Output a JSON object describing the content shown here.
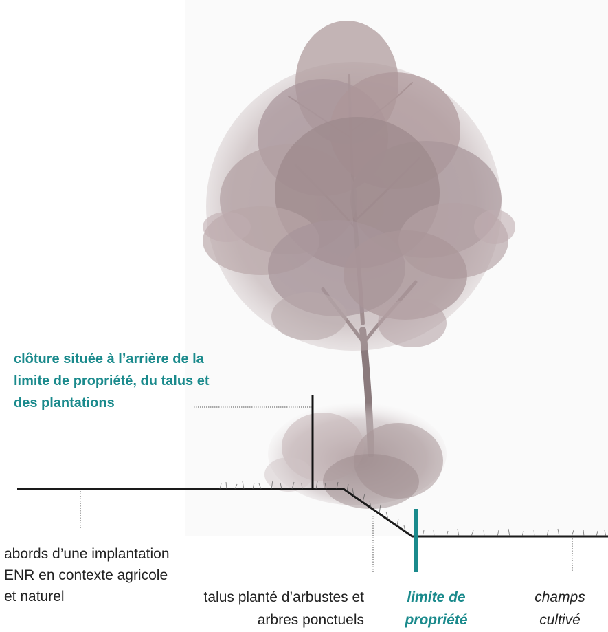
{
  "colors": {
    "accent": "#1a8a8c",
    "ground": "#1a1a1a",
    "foliage": "#a89294",
    "foliage_light": "#c8b8ba",
    "trunk": "#8a7a7c",
    "shrub": "#b4a4a6"
  },
  "labels": {
    "cloture": "clôture située à l’arrière de la limite de propriété,  du talus et des plantations",
    "abords": "abords d’une implantation ENR en contexte agricole et naturel",
    "talus": "talus planté d’arbustes et arbres ponctuels",
    "limite": "limite de propriété",
    "champs": "champs cultivé"
  }
}
